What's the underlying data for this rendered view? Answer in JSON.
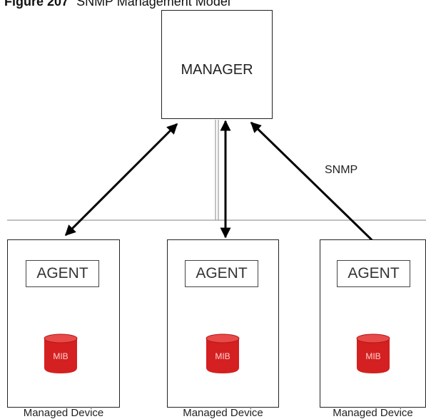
{
  "caption": {
    "figure_number": "Figure 207",
    "title": "SNMP Management Model"
  },
  "manager": {
    "label": "MANAGER"
  },
  "protocol_label": "SNMP",
  "agents": [
    {
      "agent_label": "AGENT",
      "mib_label": "MIB",
      "device_label": "Managed Device"
    },
    {
      "agent_label": "AGENT",
      "mib_label": "MIB",
      "device_label": "Managed Device"
    },
    {
      "agent_label": "AGENT",
      "mib_label": "MIB",
      "device_label": "Managed Device"
    }
  ],
  "colors": {
    "mib_fill": "#d42020",
    "mib_top": "#e84a4a",
    "mib_text": "#ffd0d0",
    "line": "#000000",
    "divider": "#9a9a9a"
  }
}
